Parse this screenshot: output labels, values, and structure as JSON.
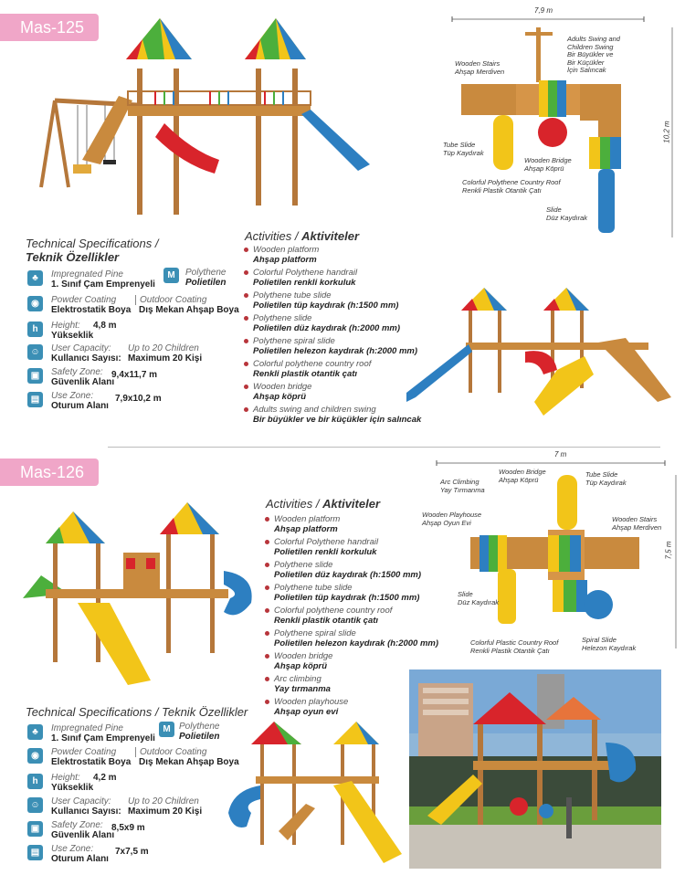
{
  "mas125": {
    "code": "Mas-125",
    "tech_title_1": "Technical Specifications /",
    "tech_title_2": "Teknik Özellikler",
    "material": {
      "label": "Impregnated Pine",
      "value": "1. Sınıf Çam Emprenyeli",
      "alt_label": "Polythene",
      "alt_value": "Polietilen"
    },
    "coating": {
      "label": "Powder Coating",
      "value": "Elektrostatik Boya",
      "alt_label": "Outdoor Coating",
      "alt_value": "Dış Mekan Ahşap Boya"
    },
    "height": {
      "label": "Height:",
      "label_tr": "Yükseklik",
      "value": "4,8 m"
    },
    "capacity": {
      "label": "User Capacity:",
      "label_tr": "Kullanıcı Sayısı:",
      "value_en": "Up to 20 Children",
      "value_tr": "Maximum 20 Kişi"
    },
    "safety": {
      "label": "Safety Zone:",
      "label_tr": "Güvenlik Alanı",
      "value": "9,4x11,7 m"
    },
    "use_zone": {
      "label": "Use Zone:",
      "label_tr": "Oturum Alanı",
      "value": "7,9x10,2 m"
    },
    "activities_title_en": "Activities /",
    "activities_title_tr": "Aktiviteler",
    "activities": [
      {
        "en": "Wooden platform",
        "tr": "Ahşap platform"
      },
      {
        "en": "Colorful Polythene handrail",
        "tr": "Polietilen renkli korkuluk"
      },
      {
        "en": "Polythene tube slide",
        "tr": "Polietilen tüp kaydırak (h:1500 mm)"
      },
      {
        "en": "Polythene slide",
        "tr": "Polietilen düz kaydırak (h:2000 mm)"
      },
      {
        "en": "Polythene spiral slide",
        "tr": "Polietilen helezon kaydırak (h:2000 mm)"
      },
      {
        "en": "Colorful polythene country roof",
        "tr": "Renkli plastik otantik çatı"
      },
      {
        "en": "Wooden bridge",
        "tr": "Ahşap köprü"
      },
      {
        "en": "Adults swing and children swing",
        "tr": "Bir büyükler ve bir küçükler için salıncak"
      }
    ],
    "plan": {
      "width_dim": "7,9 m",
      "height_dim": "10,2 m",
      "labels": {
        "swing": [
          "Adults Swing and",
          "Children Swing",
          "Bir Büyükler ve",
          "Bir Küçükler",
          "İçin Salıncak"
        ],
        "stairs": [
          "Wooden Stairs",
          "Ahşap Merdiven"
        ],
        "tube": [
          "Tube Slide",
          "Tüp Kaydırak"
        ],
        "bridge": [
          "Wooden Bridge",
          "Ahşap Köprü"
        ],
        "roof": [
          "Colorful Polythene Country Roof",
          "Renkli Plastik Otantik Çatı"
        ],
        "slide": [
          "Slide",
          "Düz Kaydırak"
        ]
      }
    }
  },
  "mas126": {
    "code": "Mas-126",
    "tech_title": "Technical Specifications / Teknik Özellikler",
    "material": {
      "label": "Impregnated Pine",
      "value": "1. Sınıf Çam Emprenyeli",
      "alt_label": "Polythene",
      "alt_value": "Polietilen"
    },
    "coating": {
      "label": "Powder Coating",
      "value": "Elektrostatik Boya",
      "alt_label": "Outdoor Coating",
      "alt_value": "Dış Mekan Ahşap Boya"
    },
    "height": {
      "label": "Height:",
      "label_tr": "Yükseklik",
      "value": "4,2 m"
    },
    "capacity": {
      "label": "User Capacity:",
      "label_tr": "Kullanıcı Sayısı:",
      "value_en": "Up to 20 Children",
      "value_tr": "Maximum 20 Kişi"
    },
    "safety": {
      "label": "Safety Zone:",
      "label_tr": "Güvenlik Alanı",
      "value": "8,5x9 m"
    },
    "use_zone": {
      "label": "Use Zone:",
      "label_tr": "Oturum Alanı",
      "value": "7x7,5 m"
    },
    "activities_title_en": "Activities /",
    "activities_title_tr": "Aktiviteler",
    "activities": [
      {
        "en": "Wooden platform",
        "tr": "Ahşap platform"
      },
      {
        "en": "Colorful Polythene handrail",
        "tr": "Polietilen renkli korkuluk"
      },
      {
        "en": "Polythene slide",
        "tr": "Polietilen düz kaydırak (h:1500 mm)"
      },
      {
        "en": "Polythene tube slide",
        "tr": "Polietilen tüp kaydırak (h:1500 mm)"
      },
      {
        "en": "Colorful polythene country roof",
        "tr": "Renkli plastik otantik çatı"
      },
      {
        "en": "Polythene spiral slide",
        "tr": "Polietilen helezon kaydırak (h:2000 mm)"
      },
      {
        "en": "Wooden bridge",
        "tr": "Ahşap köprü"
      },
      {
        "en": "Arc climbing",
        "tr": "Yay tırmanma"
      },
      {
        "en": "Wooden playhouse",
        "tr": "Ahşap oyun evi"
      }
    ],
    "plan": {
      "width_dim": "7 m",
      "height_dim": "7,5 m",
      "labels": {
        "bridge": [
          "Wooden Bridge",
          "Ahşap Köprü"
        ],
        "tube": [
          "Tube Slide",
          "Tüp Kaydırak"
        ],
        "arc": [
          "Arc Climbing",
          "Yay Tırmanma"
        ],
        "playhouse": [
          "Wooden Playhouse",
          "Ahşap Oyun Evi"
        ],
        "stairs": [
          "Wooden Stairs",
          "Ahşap Merdiven"
        ],
        "slide": [
          "Slide",
          "Düz Kaydırak"
        ],
        "roof": [
          "Colorful Plastic Country Roof",
          "Renkli Plastik Otantik Çatı"
        ],
        "spiral": [
          "Spiral Slide",
          "Helezon Kaydırak"
        ]
      }
    }
  },
  "colors": {
    "tab": "#f0a6c8",
    "icon": "#3b8fb5",
    "bullet": "#b8353b",
    "wood": "#c98a3e",
    "red": "#d8242b",
    "yellow": "#f2c519",
    "blue": "#2d7fc1",
    "green": "#4caf3c"
  }
}
